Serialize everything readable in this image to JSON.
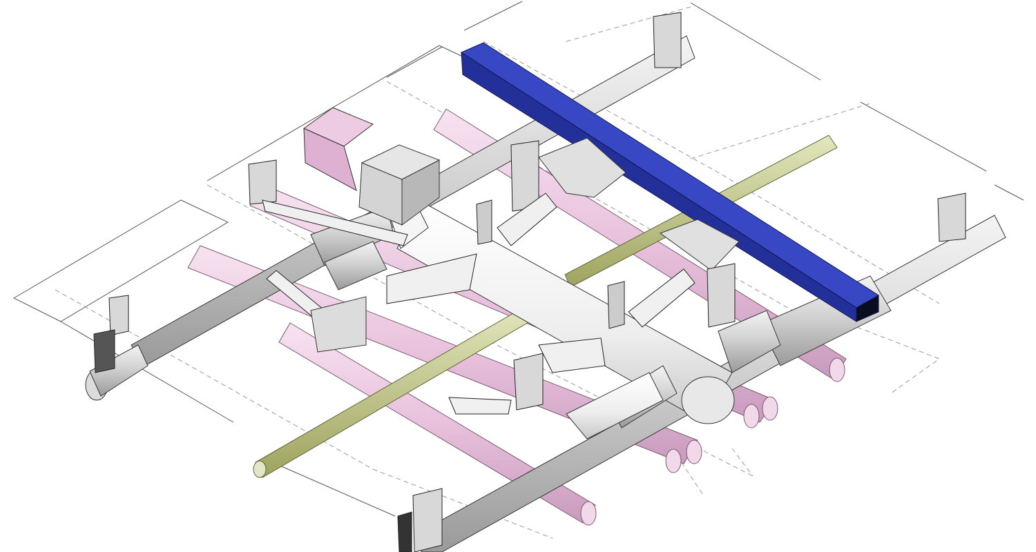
{
  "diagram": {
    "view": "isometric-3d-model",
    "background": "#ffffff",
    "colors": {
      "tunnel": "#c9c9c9",
      "tunnel_light": "#ececec",
      "pink_tube": "#e9c6e0",
      "green_tube": "#c2c98f",
      "blue_box": "#2e3db0",
      "pink_block": "#e2b3d6",
      "outline": "#2a2a2a",
      "dashed_outline": "#8a8a8a"
    },
    "components": [
      {
        "name": "upper-main-tunnel",
        "kind": "grey-tube"
      },
      {
        "name": "lower-main-tunnel",
        "kind": "grey-tube"
      },
      {
        "name": "central-station-hall",
        "kind": "white-tube"
      },
      {
        "name": "pink-tube-1",
        "kind": "pink-tube"
      },
      {
        "name": "pink-tube-2",
        "kind": "pink-tube"
      },
      {
        "name": "pink-tube-3",
        "kind": "pink-tube"
      },
      {
        "name": "pink-tube-4",
        "kind": "pink-tube"
      },
      {
        "name": "pink-tube-5",
        "kind": "pink-tube"
      },
      {
        "name": "pink-tube-6",
        "kind": "pink-tube"
      },
      {
        "name": "green-tube-1",
        "kind": "green-tube"
      },
      {
        "name": "green-tube-2",
        "kind": "green-tube"
      },
      {
        "name": "blue-box-structure",
        "kind": "blue-box"
      },
      {
        "name": "pink-block",
        "kind": "pink-box"
      },
      {
        "name": "grey-block",
        "kind": "grey-box"
      }
    ]
  }
}
